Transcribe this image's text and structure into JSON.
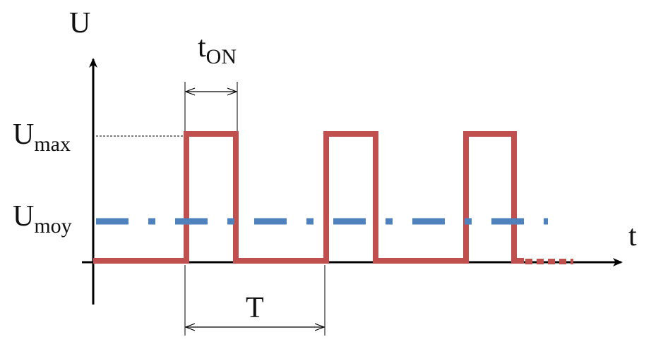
{
  "diagram": {
    "labels": {
      "y_axis": "U",
      "x_axis": "t",
      "t_on_main": "t",
      "t_on_sub": "ON",
      "u_max_main": "U",
      "u_max_sub": "max",
      "u_moy_main": "U",
      "u_moy_sub": "moy",
      "period": "T"
    },
    "colors": {
      "signal": "#c0504d",
      "average": "#4f81bd",
      "axis": "#000000",
      "annotation": "#000000"
    },
    "signal": {
      "levels": [
        "0",
        "U max"
      ],
      "pulses_shown": 3,
      "continues": true
    },
    "average_line": {
      "style": "dash-dot"
    }
  }
}
